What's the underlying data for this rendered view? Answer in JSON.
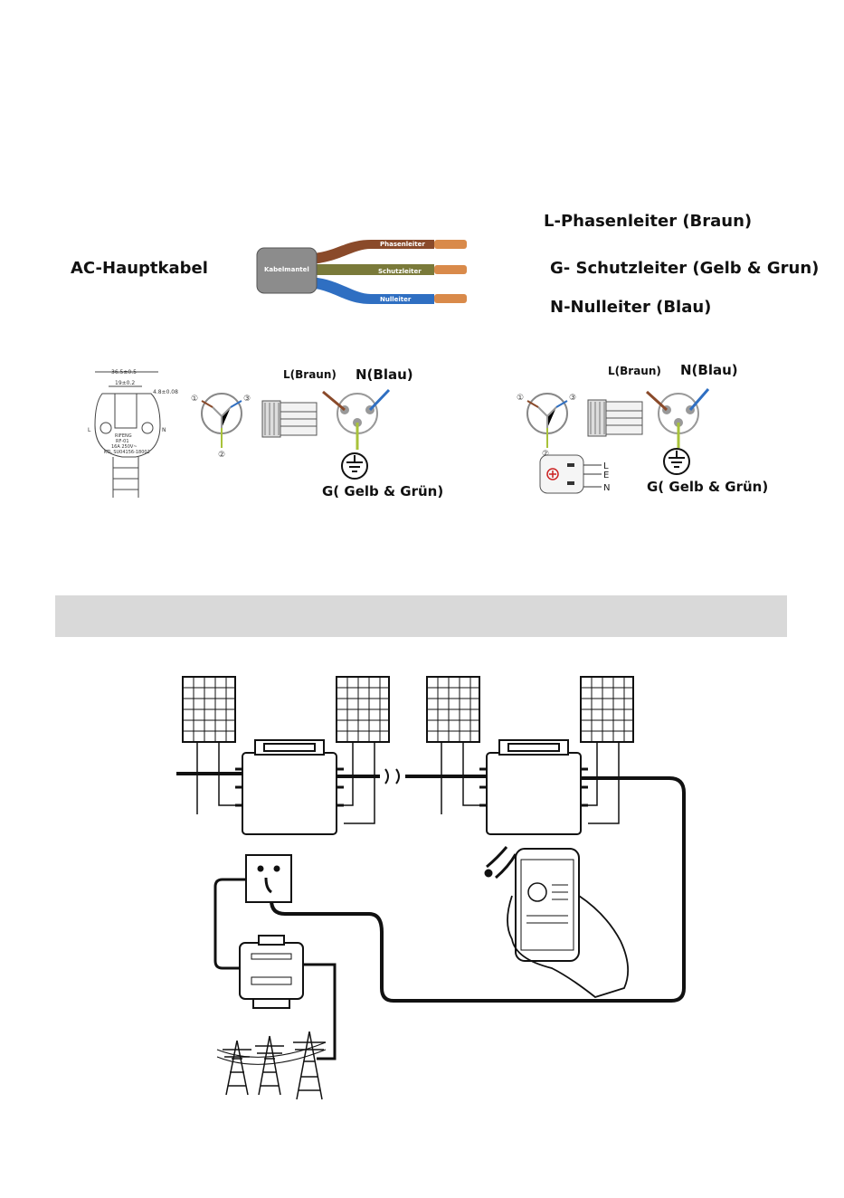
{
  "cable": {
    "main_label": "AC-Hauptkabel",
    "sheath_label": "Kabelmantel",
    "wire_phase_label": "Phasenleiter",
    "wire_earth_label": "Schutzleiter",
    "wire_neutral_label": "Nulleiter",
    "legend_l": "L-Phasenleiter (Braun)",
    "legend_g": "G- Schutzleiter (Gelb & Grun)",
    "legend_n": "N-Nulleiter (Blau)",
    "colors": {
      "brown": "#8a4a2a",
      "earth": "#7a7a3a",
      "blue": "#2f6fc2",
      "copper": "#d98a4a",
      "sheath": "#8c8c8c"
    }
  },
  "plug_left": {
    "l_label": "L(Braun)",
    "n_label": "N(Blau)",
    "g_label": "G( Gelb & Grün)",
    "dim_top": "36.5±0.5",
    "dim_inner": "19±0.2",
    "dim_side": "4.8±0.08",
    "marker_n": "N",
    "marker_l": "L",
    "brand": "RIFENG",
    "model": "RF-01",
    "rating": "16A 250V~",
    "cert": "KTL SU04156-18002",
    "pin1": "①",
    "pin2": "②",
    "pin3": "③"
  },
  "plug_right": {
    "l_label": "L(Braun)",
    "n_label": "N(Blau)",
    "g_label": "G( Gelb & Grün)",
    "pin1": "①",
    "pin2": "②",
    "pin3": "③",
    "terminal_l": "L",
    "terminal_e": "E",
    "terminal_n": "N"
  },
  "section_bar": {
    "text": ""
  },
  "icons": [
    "wifi-icon",
    "earth-ground-icon",
    "solar-panel-icon",
    "inverter-icon",
    "socket-icon",
    "meter-icon",
    "power-tower-icon",
    "smartphone-icon"
  ]
}
